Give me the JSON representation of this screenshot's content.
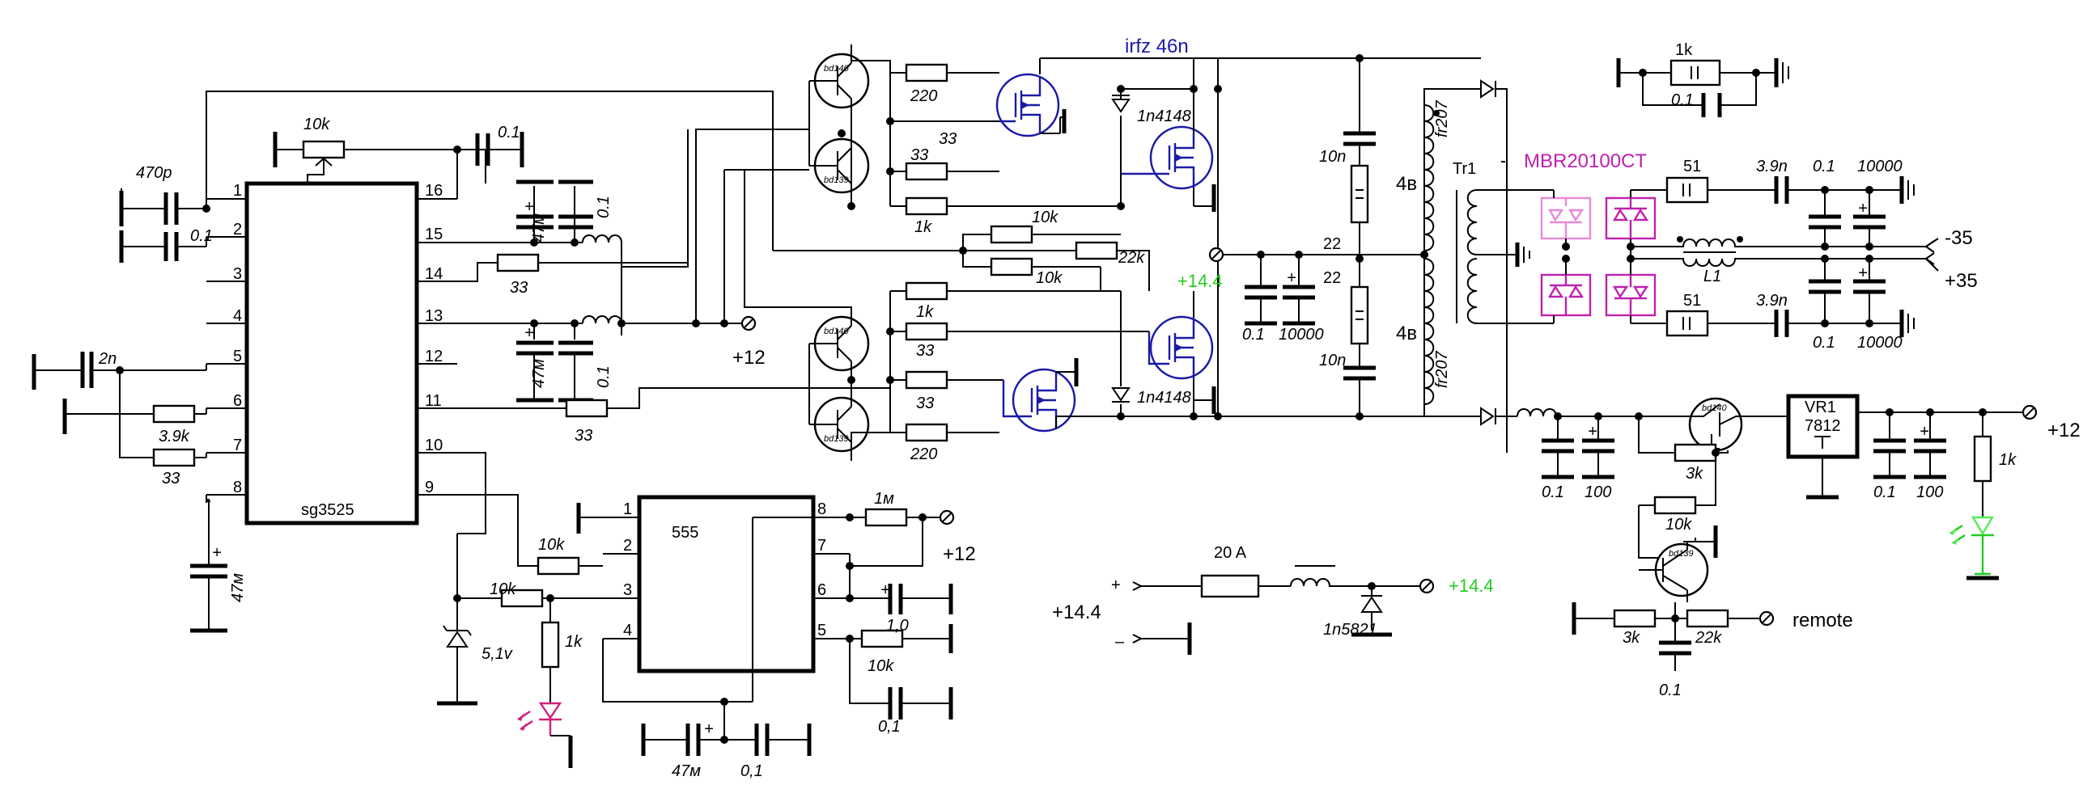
{
  "labels": {
    "irfz": "irfz 46n",
    "mbr": "MBR20100CT",
    "sg3525": "sg3525",
    "ic555": "555",
    "vr1": "VR1",
    "vr1_part": "7812",
    "tr1": "Tr1",
    "l1": "L1",
    "bd140": "bd140",
    "bd139": "bd139",
    "c470p": "470p",
    "c01": "0.1",
    "c01c": "0,1",
    "c2n": "2n",
    "c10n": "10n",
    "c47m": "47м",
    "c10000": "10000",
    "c100": "100",
    "c39n": "3.9n",
    "c10": "1,0",
    "c22": "22",
    "r10k": "10k",
    "r22k": "22k",
    "r3k": "3k",
    "r1k": "1k",
    "r1m": "1м",
    "r33": "33",
    "r39k": "3.9k",
    "r220": "220",
    "r51": "51",
    "d1n4148": "1n4148",
    "d1n5821": "1n5821",
    "dfr207": "fr207",
    "z51": "5,1v",
    "fuse": "20 A",
    "w4v": "4в",
    "v12": "+12",
    "v144": "+14.4",
    "vm35": "-35",
    "vp35": "+35",
    "remote": "remote",
    "plus": "+",
    "minus": "–",
    "sg_left_pins": [
      "1",
      "2",
      "3",
      "4",
      "5",
      "6",
      "7",
      "8"
    ],
    "sg_right_pins": [
      "16",
      "15",
      "14",
      "13",
      "12",
      "11",
      "10",
      "9"
    ],
    "ic555_left_pins": [
      "1",
      "2",
      "3",
      "4"
    ],
    "ic555_right_pins": [
      "8",
      "7",
      "6",
      "5"
    ]
  },
  "colors": {
    "wire": "#000000",
    "mosfet": "#1a1aa6",
    "title_irfz": "#1a1aa6",
    "diode_bridge": "#c020b0",
    "diode_bridge_faded": "#e78ad8",
    "led_red": "#d0207a",
    "led_green": "#55ee55",
    "v144_label": "#22cc22"
  }
}
